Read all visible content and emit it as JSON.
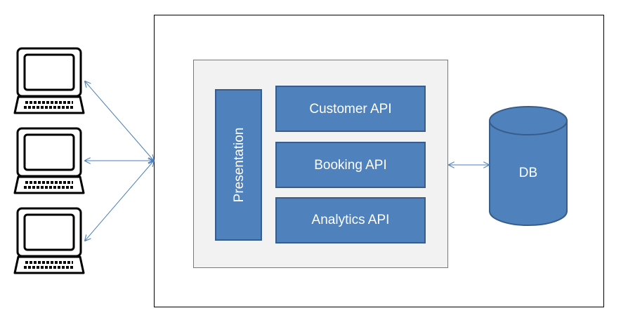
{
  "diagram": {
    "outer_container": {
      "label": ""
    },
    "presentation_label": "Presentation",
    "apis": [
      {
        "label": "Customer API"
      },
      {
        "label": "Booking API"
      },
      {
        "label": "Analytics API"
      }
    ],
    "database_label": "DB",
    "clients": [
      {
        "icon": "laptop-icon"
      },
      {
        "icon": "laptop-icon"
      },
      {
        "icon": "laptop-icon"
      }
    ],
    "colors": {
      "box_fill": "#4f81bd",
      "box_stroke": "#385d8a",
      "arrow": "#4a7ebb",
      "inner_panel_fill": "#f2f2f2",
      "inner_panel_stroke": "#4f81bd",
      "outer_stroke": "#000000"
    }
  }
}
